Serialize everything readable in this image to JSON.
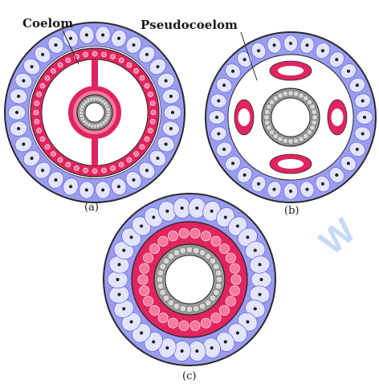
{
  "labels": {
    "coelom": "Coelom",
    "pseudocoelom": "Pseudocoelom"
  },
  "captions": {
    "a": "(a)",
    "b": "(b)",
    "c": "(c)"
  },
  "watermark": "W",
  "colors": {
    "ectoderm": "#9a9cf0",
    "ectoderm_cell_light": "#e2e4fb",
    "mesoderm": "#e0245e",
    "mesoderm_light": "#f47aa0",
    "endoderm": "#9a9a9a",
    "outline": "#2a2a2a",
    "nucleus": "#1a1a1a",
    "watermark": "#c6d9f5"
  }
}
